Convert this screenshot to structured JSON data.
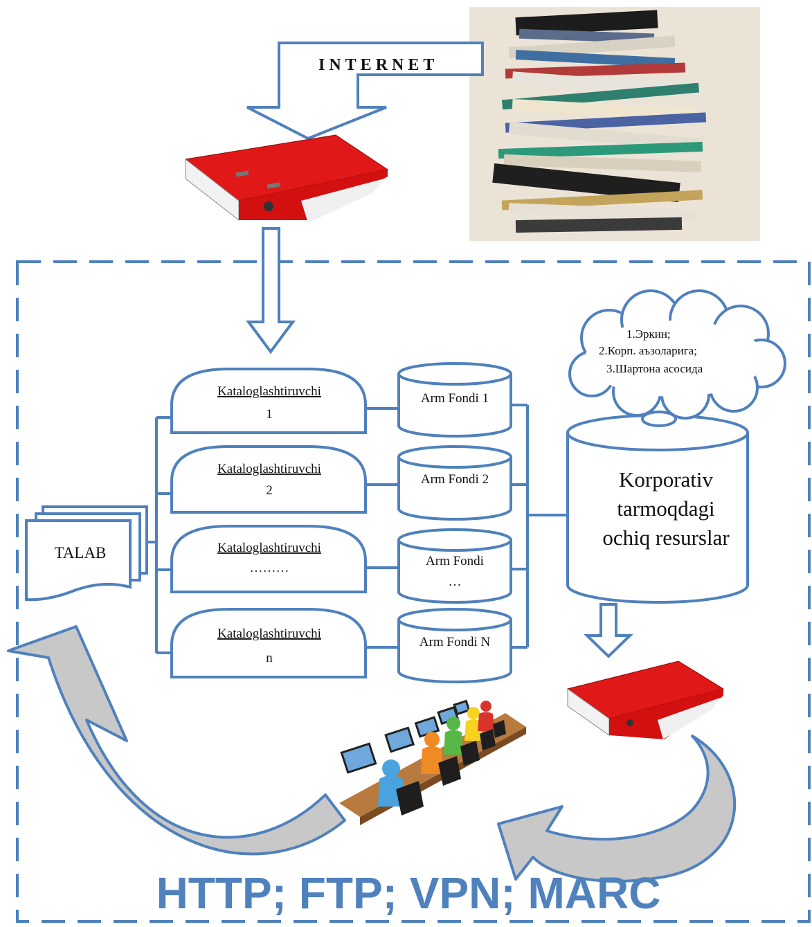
{
  "internet_label": "INTERNET",
  "talab_label": "TALAB",
  "cataloguers": [
    {
      "line1": "Kataloglashtiruvchi",
      "line2": "1"
    },
    {
      "line1": "Kataloglashtiruvchi",
      "line2": "2"
    },
    {
      "line1": "Kataloglashtiruvchi",
      "line2": "………"
    },
    {
      "line1": "Kataloglashtiruvchi",
      "line2": "n"
    }
  ],
  "funds": [
    {
      "line1": "Arm Fondi 1",
      "line2": ""
    },
    {
      "line1": "Arm Fondi 2",
      "line2": ""
    },
    {
      "line1": "Arm Fondi",
      "line2": "…"
    },
    {
      "line1": "Arm Fondi N",
      "line2": ""
    }
  ],
  "corporate_db": {
    "line1": "Korporativ",
    "line2": "tarmoqdagi",
    "line3": "ochiq resurslar"
  },
  "access_cloud": {
    "line1": "1.Эркин;",
    "line2": "2.Корп. аъзоларига;",
    "line3": "3.Шартона асосида"
  },
  "protocols_label": "HTTP; FTP; VPN; MARC",
  "colors": {
    "outline": "#4f81bd",
    "folder_red": "#e01818",
    "grey_fill": "#c8c8c8",
    "protocol_text": "#4f81bd"
  }
}
